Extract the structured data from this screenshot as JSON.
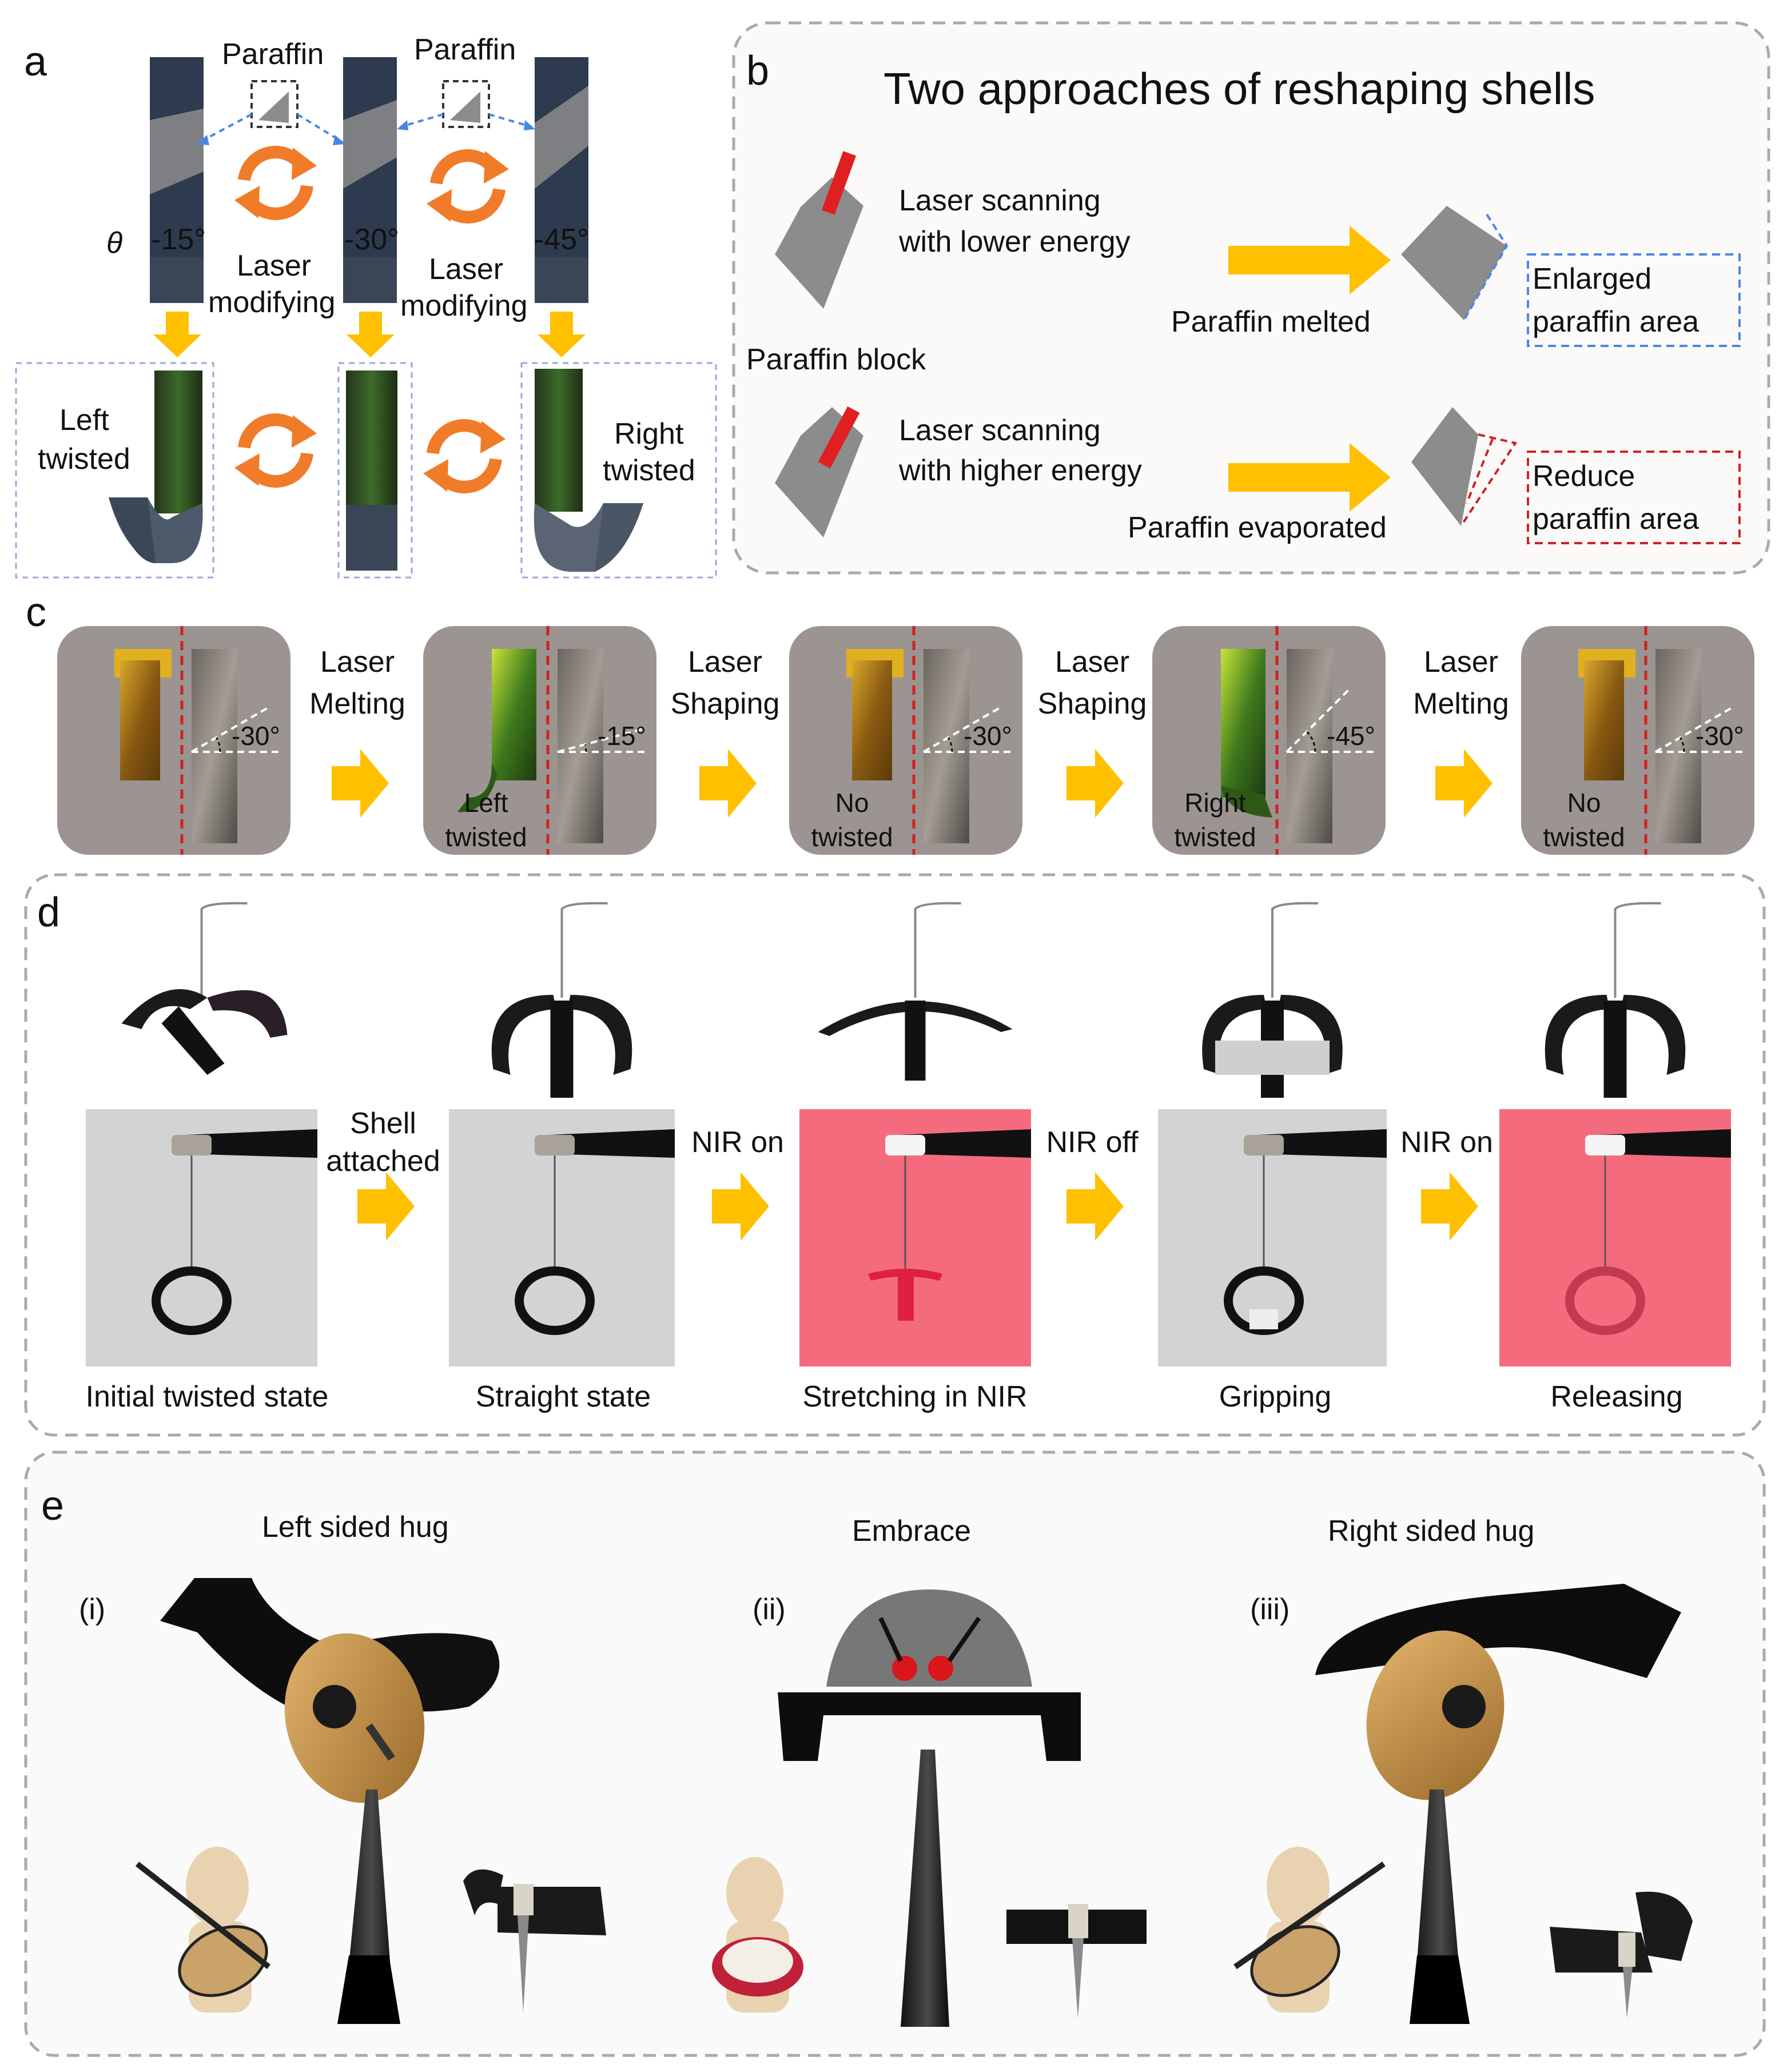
{
  "panel_labels": {
    "a": "a",
    "b": "b",
    "c": "c",
    "d": "d",
    "e": "e"
  },
  "panel_a": {
    "paraffin_label": "Paraffin",
    "theta": "θ",
    "angles": [
      "-15°",
      "-30°",
      "-45°"
    ],
    "laser_line1": "Laser",
    "laser_line2": "modifying",
    "left_line1": "Left",
    "left_line2": "twisted",
    "right_line1": "Right",
    "right_line2": "twisted"
  },
  "panel_b": {
    "title": "Two approaches of reshaping shells",
    "row1_line1": "Laser scanning",
    "row1_line2": "with lower energy",
    "row1_result": "Paraffin melted",
    "row1_box_line1": "Enlarged",
    "row1_box_line2": "paraffin area",
    "paraffin_block": "Paraffin block",
    "row2_line1": "Laser scanning",
    "row2_line2": "with higher energy",
    "row2_result": "Paraffin evaporated",
    "row2_box_line1": "Reduce",
    "row2_box_line2": "paraffin area"
  },
  "panel_c": {
    "angles": [
      "-30°",
      "-15°",
      "-30°",
      "-45°",
      "-30°"
    ],
    "states": [
      {
        "l1": "",
        "l2": ""
      },
      {
        "l1": "Left",
        "l2": "twisted"
      },
      {
        "l1": "No",
        "l2": "twisted"
      },
      {
        "l1": "Right",
        "l2": "twisted"
      },
      {
        "l1": "No",
        "l2": "twisted"
      }
    ],
    "steps": [
      {
        "l1": "Laser",
        "l2": "Melting"
      },
      {
        "l1": "Laser",
        "l2": "Shaping"
      },
      {
        "l1": "Laser",
        "l2": "Shaping"
      },
      {
        "l1": "Laser",
        "l2": "Melting"
      }
    ]
  },
  "panel_d": {
    "steps": [
      {
        "l1": "Shell",
        "l2": "attached"
      },
      {
        "l1": "NIR on",
        "l2": ""
      },
      {
        "l1": "NIR off",
        "l2": ""
      },
      {
        "l1": "NIR on",
        "l2": ""
      }
    ],
    "captions": [
      "Initial  twisted state",
      "Straight state",
      "Stretching in NIR",
      "Gripping",
      "Releasing"
    ],
    "colors": {
      "gray": "#d3d3d3",
      "nir": "#f56b7e"
    }
  },
  "panel_e": {
    "titles": [
      "Left sided hug",
      "Embrace",
      "Right sided hug"
    ],
    "romans": [
      "(i)",
      "(ii)",
      "(iii)"
    ]
  },
  "colors": {
    "arrow": "#ffc000",
    "cycle": "#f07c2a",
    "dash_gray": "#999999",
    "dash_blue": "#4a86e8",
    "dash_red": "#d22020",
    "shell_green": "#2e4a1a",
    "shell_dark": "#2e3a4d"
  }
}
